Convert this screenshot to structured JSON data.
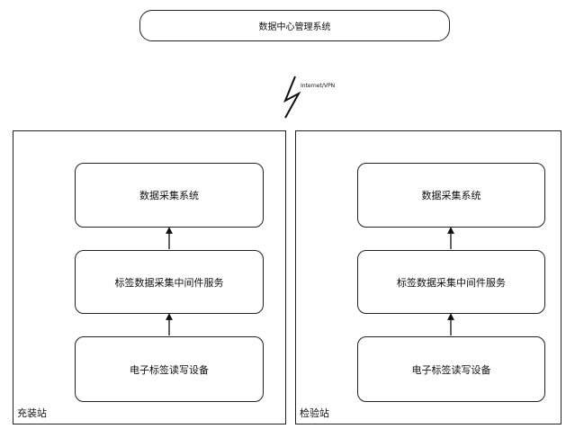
{
  "top_system": {
    "label": "数据中心管理系统"
  },
  "network": {
    "label": "Internet/VPN"
  },
  "stations": [
    {
      "name": "充装站",
      "layers": [
        "数据采集系统",
        "标签数据采集中间件服务",
        "电子标签读写设备"
      ]
    },
    {
      "name": "检验站",
      "layers": [
        "数据采集系统",
        "标签数据采集中间件服务",
        "电子标签读写设备"
      ]
    }
  ]
}
